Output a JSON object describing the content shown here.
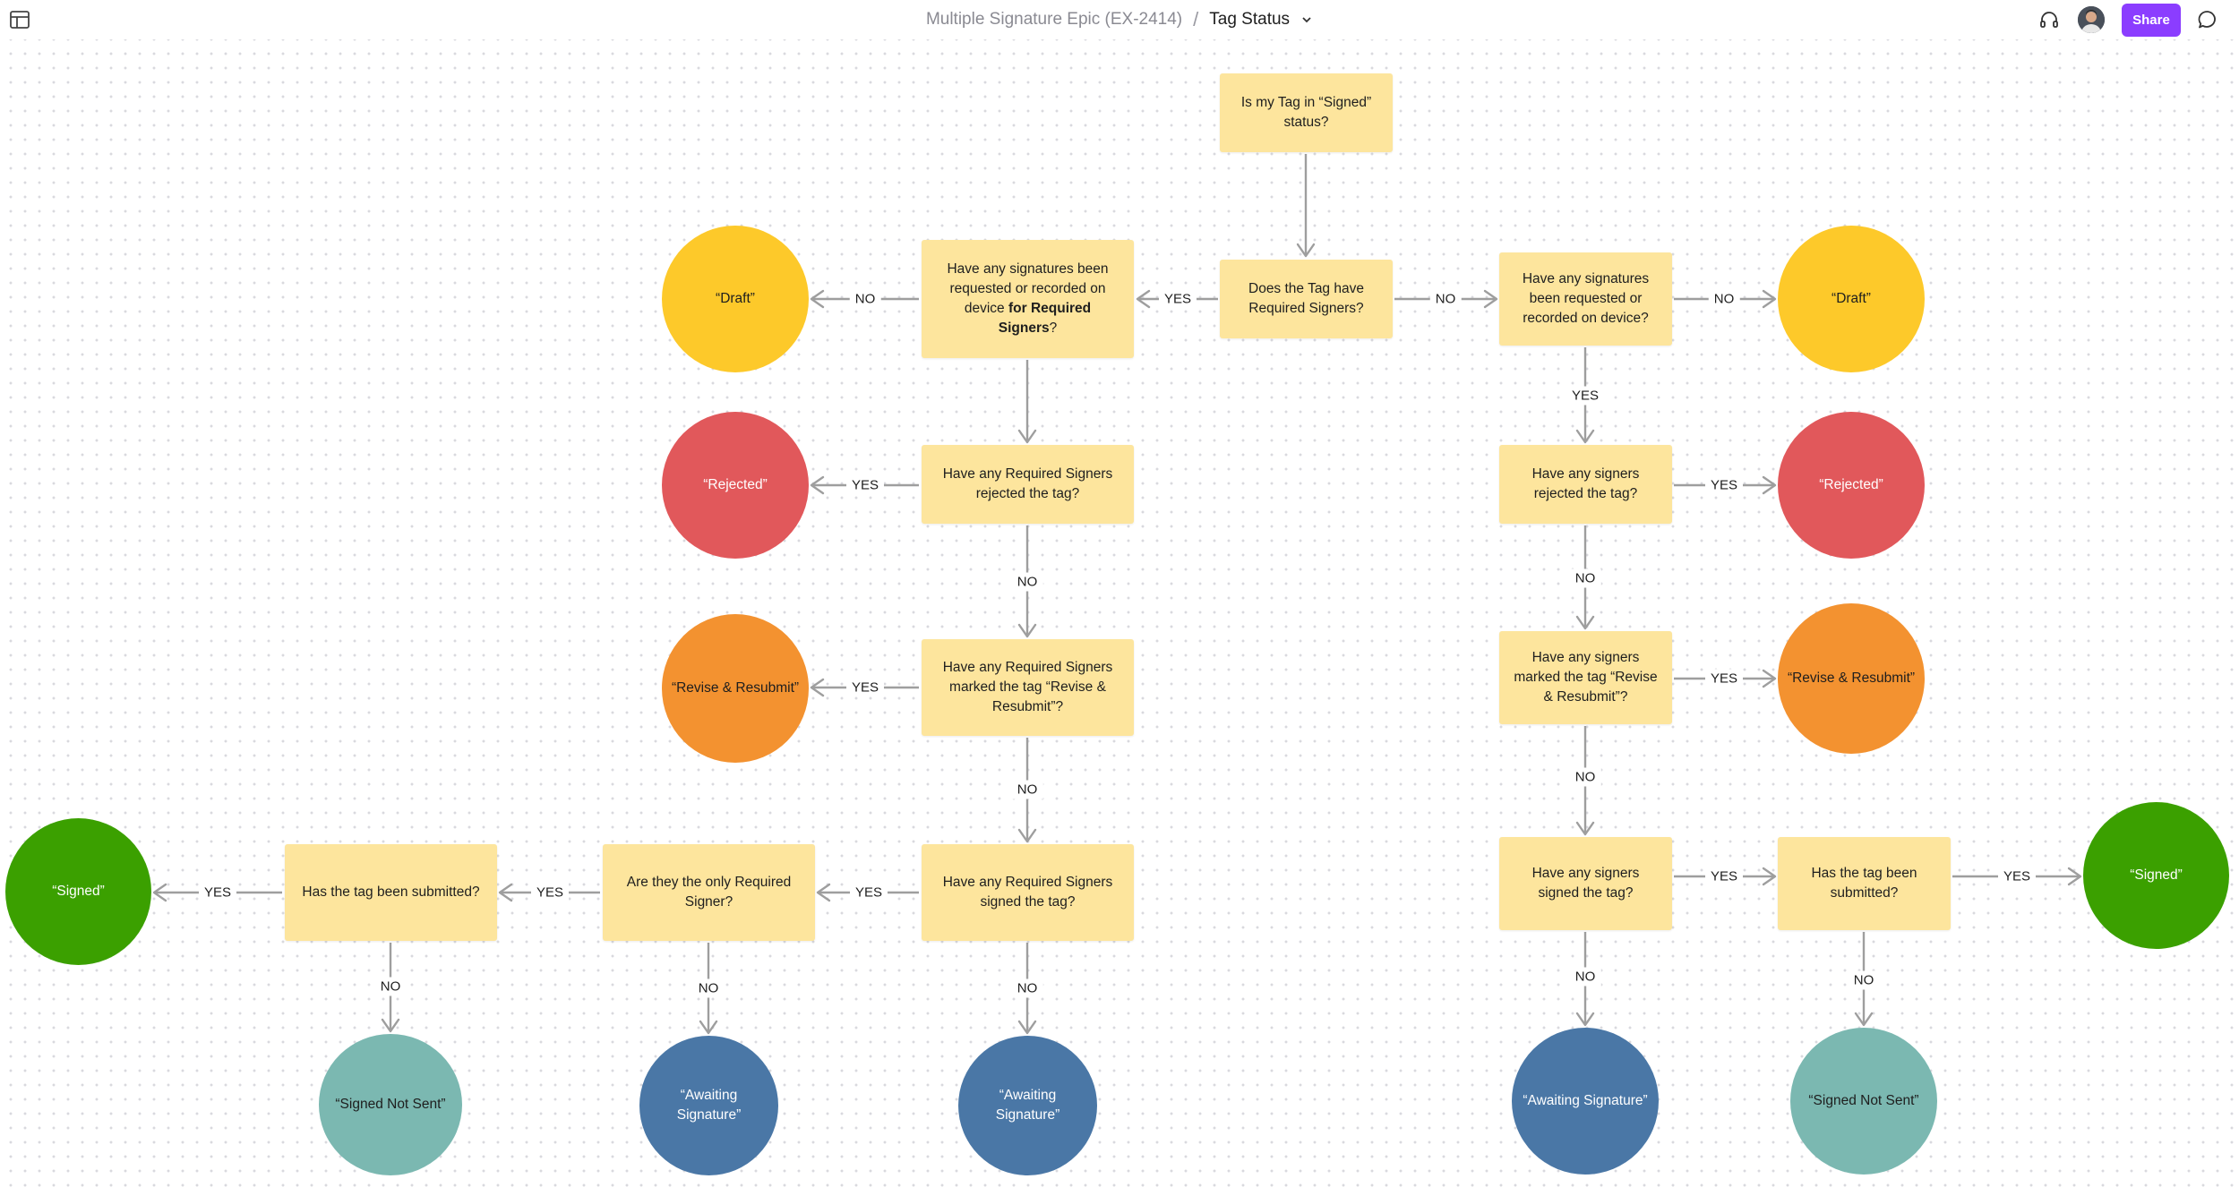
{
  "header": {
    "breadcrumb_parent": "Multiple Signature Epic (EX-2414)",
    "breadcrumb_separator": "/",
    "breadcrumb_current": "Tag Status",
    "share_label": "Share",
    "icons": [
      "layout-panel-icon",
      "chevron-down-icon",
      "headset-icon",
      "avatar",
      "comment-icon"
    ]
  },
  "nodes": {
    "q_start": "Is my Tag in “Signed” status?",
    "q_required": "Does the Tag have Required Signers?",
    "ql_requested_pre": "Have any signatures been requested or recorded on device ",
    "ql_requested_bold": "for Required Signers",
    "ql_requested_post": "?",
    "ql_rejected": "Have any Required Signers rejected the tag?",
    "ql_revise": "Have any Required Signers marked the tag “Revise & Resubmit”?",
    "ql_signed": "Have any Required Signers signed the tag?",
    "ql_only": "Are they the only Required Signer?",
    "ql_submitted": "Has the tag been submitted?",
    "qr_requested": "Have any signatures been requested or recorded on device?",
    "qr_rejected": "Have any signers rejected the tag?",
    "qr_revise": "Have any signers marked the tag “Revise & Resubmit”?",
    "qr_signed": "Have any signers signed the tag?",
    "qr_submitted": "Has the tag been submitted?",
    "sl_draft": "“Draft”",
    "sl_rejected": "“Rejected”",
    "sl_revise": "“Revise & Resubmit”",
    "sl_signed": "“Signed”",
    "sl_signed_not_sent": "“Signed Not Sent”",
    "sl_awaiting_only": "“Awaiting Signature”",
    "sl_awaiting_signed": "“Awaiting Signature”",
    "sr_draft": "“Draft”",
    "sr_rejected": "“Rejected”",
    "sr_revise": "“Revise & Resubmit”",
    "sr_signed": "“Signed”",
    "sr_awaiting": "“Awaiting Signature”",
    "sr_signed_not_sent": "“Signed Not Sent”"
  },
  "edge_labels": {
    "req_yes": "YES",
    "req_no": "NO",
    "l_draft_no": "NO",
    "l_rej_yes": "YES",
    "l_rej_no": "NO",
    "l_rev_yes": "YES",
    "l_rev_no": "NO",
    "l_signed_yes": "YES",
    "l_signed_no": "NO",
    "l_only_yes": "YES",
    "l_only_no": "NO",
    "l_sub_yes": "YES",
    "l_sub_no": "NO",
    "r_draft_no": "NO",
    "r_req_yes": "YES",
    "r_rej_yes": "YES",
    "r_rej_no": "NO",
    "r_rev_yes": "YES",
    "r_rev_no": "NO",
    "r_signed_yes": "YES",
    "r_signed_no": "NO",
    "r_sub_yes": "YES",
    "r_sub_no": "NO"
  },
  "colors": {
    "question_box": "#fde59d",
    "draft": "#fdc92a",
    "rejected": "#e1585b",
    "revise": "#f39230",
    "signed": "#3ba000",
    "signed_not_sent": "#7bb8b1",
    "awaiting": "#4a77a6",
    "share_button": "#8b3dff",
    "connector": "#9e9e9e"
  }
}
